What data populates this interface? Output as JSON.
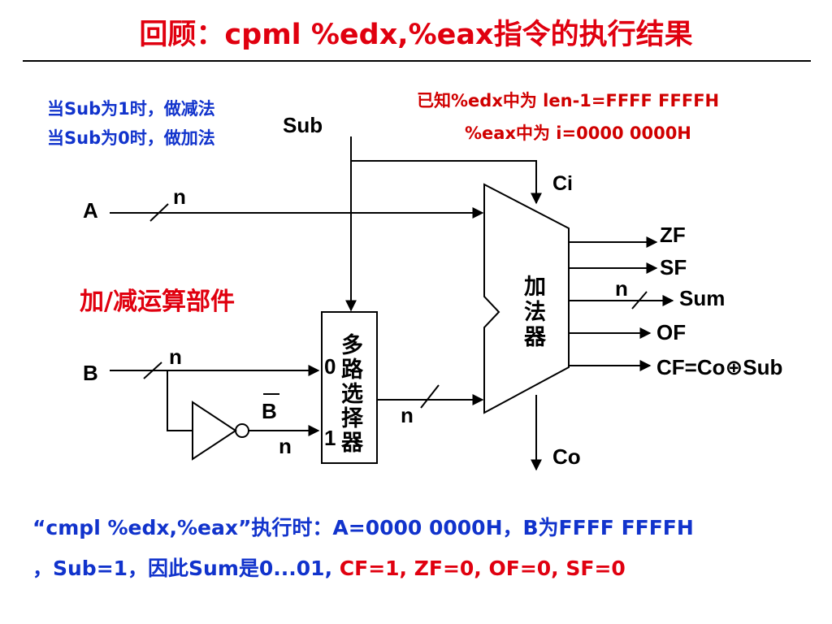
{
  "title": "回顾：cpml %edx,%eax指令的执行结果",
  "notes": {
    "sub1": "当Sub为1时，做减法",
    "sub0": "当Sub为0时，做加法",
    "edx": "已知%edx中为 len-1=FFFF FFFFH",
    "eax": "%eax中为 i=0000 0000H"
  },
  "unit_label": "加/减运算部件",
  "diagram": {
    "sub": "Sub",
    "ci": "Ci",
    "co": "Co",
    "a": "A",
    "b": "B",
    "b_bar": "B",
    "n": "n",
    "adder": "加法器",
    "mux": "多路选择器",
    "mux_in0": "0",
    "mux_in1": "1",
    "outputs": {
      "zf": "ZF",
      "sf": "SF",
      "sum": "Sum",
      "of": "OF",
      "cf": "CF=Co⊕Sub"
    }
  },
  "conclusion": {
    "line1": "“cmpl %edx,%eax”执行时：A=0000 0000H，B为FFFF FFFFH",
    "line2_prefix": "，Sub=1，因此Sum是0...01, ",
    "line2_flags": "CF=1, ZF=0, OF=0, SF=0"
  },
  "colors": {
    "title": "#e0000f",
    "blue_text": "#1133cc",
    "red_text": "#d00000"
  }
}
